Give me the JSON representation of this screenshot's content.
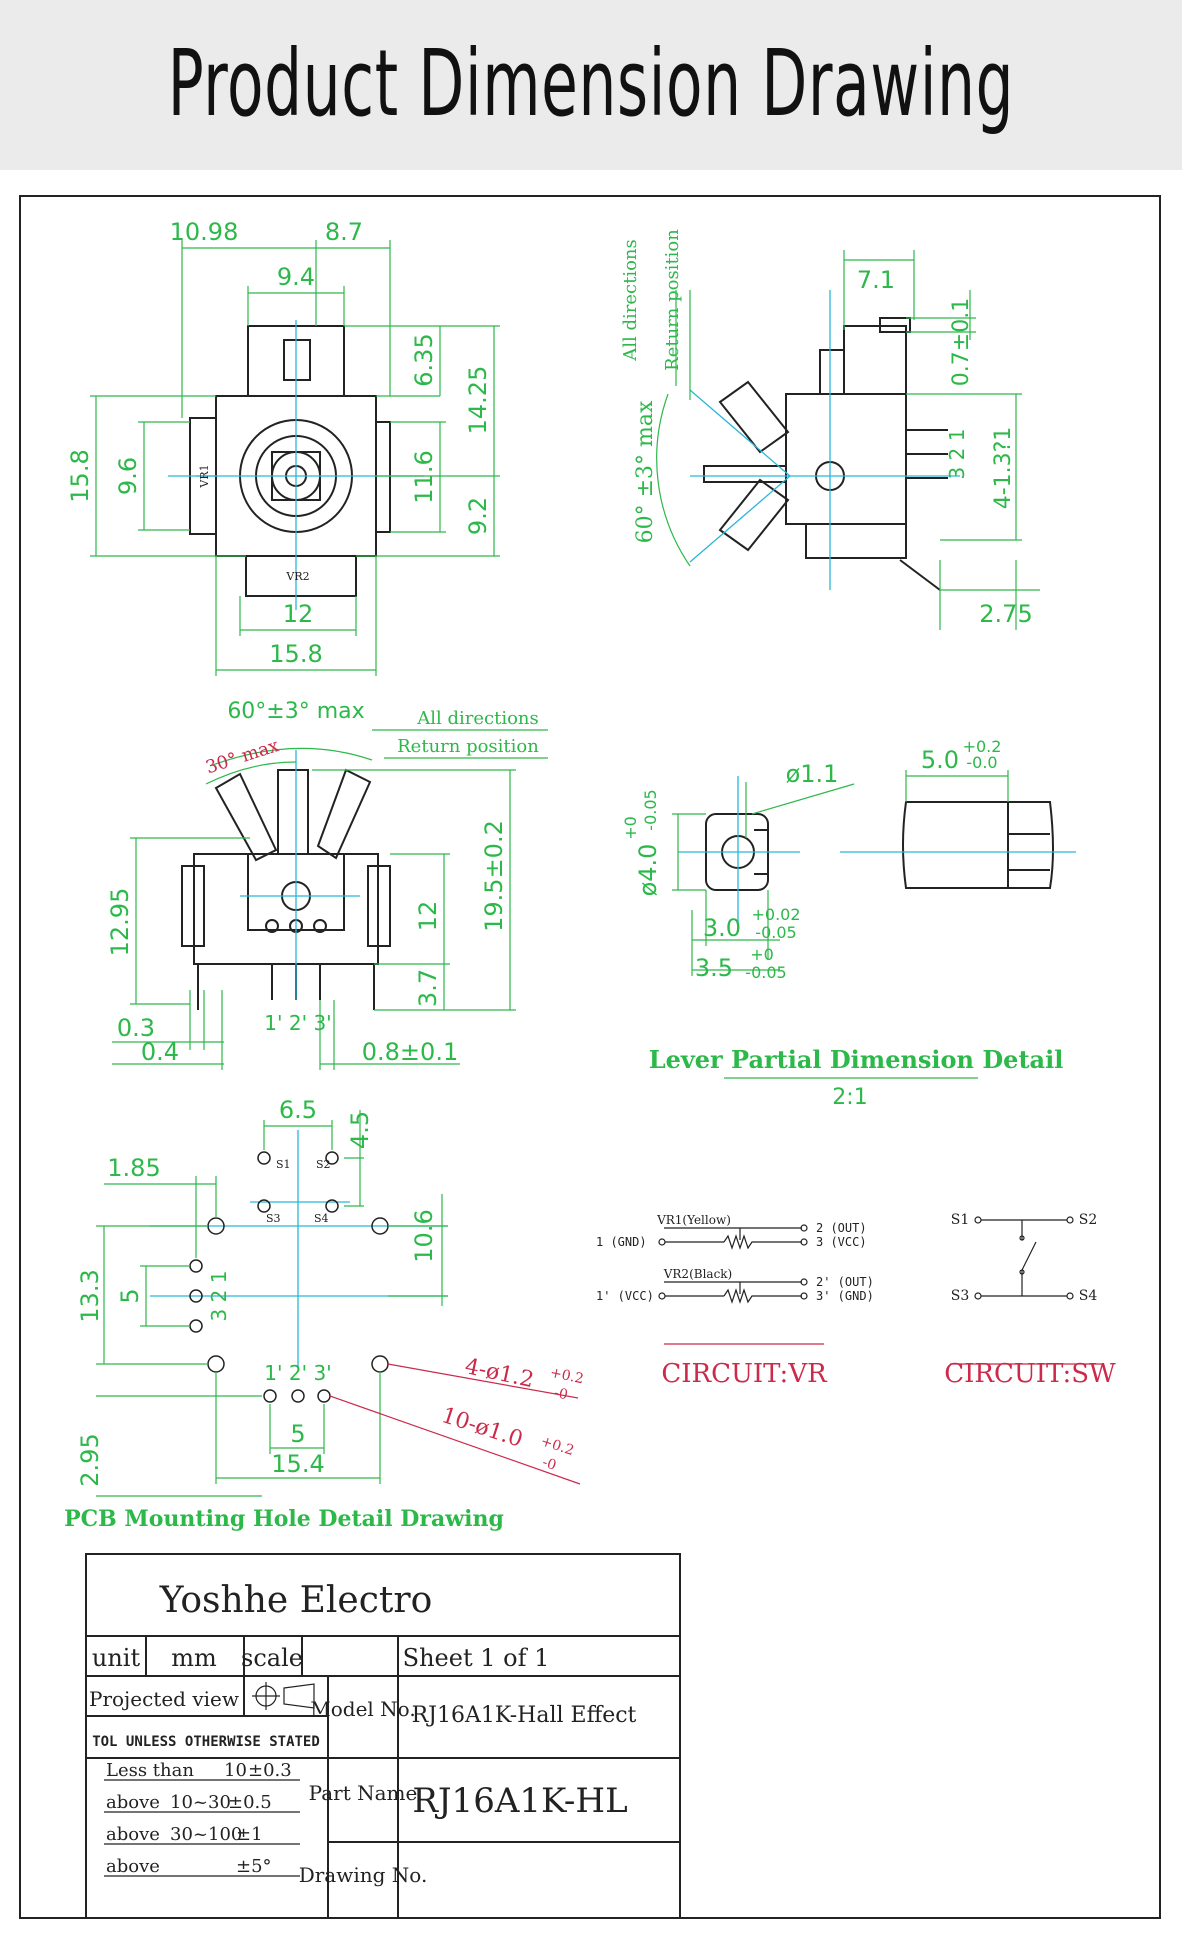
{
  "header": {
    "title": "Product Dimension Drawing"
  },
  "top_view": {
    "dims": [
      "10.98",
      "8.7",
      "9.4",
      "6.35",
      "14.25",
      "15.8",
      "9.6",
      "11.6",
      "9.2",
      "12",
      "15.8"
    ],
    "labels": [
      "VR1",
      "VR2"
    ]
  },
  "side_view": {
    "angle": "60° ±3° max",
    "all_directions": "All directions",
    "return_position": "Return position",
    "dims": [
      "7.1",
      "0.7±0.1",
      "4-1.3?1",
      "2.75"
    ],
    "pins": "3 2 1"
  },
  "front_view": {
    "angle": "60°±3° max",
    "angle_small": "30° max",
    "all_directions": "All directions",
    "return_position": "Return position",
    "dims": [
      "12.95",
      "19.5±0.2",
      "12",
      "3.7",
      "0.3",
      "0.4",
      "0.8±0.1"
    ],
    "pins": "1' 2' 3'"
  },
  "lever_detail": {
    "dims": [
      "ø1.1",
      "ø4.0",
      "+0",
      "-0.05",
      "3.0",
      "+0.02",
      "-0.05",
      "3.5",
      "+0",
      "-0.05",
      "5.0",
      "+0.2",
      "-0.0"
    ],
    "title": "Lever Partial Dimension Detail",
    "scale": "2:1"
  },
  "circuit_vr": {
    "vr1": "VR1(Yellow)",
    "vr2": "VR2(Black)",
    "pins_left": [
      "1 (GND)",
      "1' (VCC)"
    ],
    "pins_right": [
      "2 (OUT)",
      "3 (VCC)",
      "2' (OUT)",
      "3' (GND)"
    ],
    "title": "CIRCUIT:VR"
  },
  "circuit_sw": {
    "terminals": [
      "S1",
      "S2",
      "S3",
      "S4"
    ],
    "title": "CIRCUIT:SW"
  },
  "pcb": {
    "dims": [
      "6.5",
      "4.5",
      "1.85",
      "10.6",
      "13.3",
      "5",
      "5",
      "15.4",
      "2.95"
    ],
    "holes_a": "4-ø1.2",
    "holes_b": "10-ø1.0",
    "tol_plus": "+0.2",
    "tol_minus": "-0",
    "pins_a": "3 2 1",
    "pins_b": "1' 2' 3'",
    "labels": [
      "S1",
      "S2",
      "S3",
      "S4"
    ],
    "title": "PCB Mounting Hole Detail Drawing"
  },
  "title_block": {
    "company": "Yoshhe Electro",
    "unit_label": "unit",
    "unit_value": "mm",
    "scale_label": "scale",
    "sheet": "Sheet 1 of 1",
    "projected": "Projected view",
    "tol_header": "TOL UNLESS OTHERWISE STATED",
    "tolerances": [
      {
        "range": "Less than",
        "limit": "10",
        "tol": "±0.3"
      },
      {
        "range": "above",
        "limit": "10~30",
        "tol": "±0.5"
      },
      {
        "range": "above",
        "limit": "30~100",
        "tol": "±1"
      },
      {
        "range": "above",
        "limit": "",
        "tol": "±5°"
      }
    ],
    "model_label": "Model No.",
    "model_value": "RJ16A1K-Hall Effect",
    "part_label": "Part Name",
    "part_value": "RJ16A1K-HL",
    "drawing_label": "Drawing No.",
    "drawing_value": ""
  },
  "colors": {
    "dimension": "#2db84a",
    "centerline": "#29b6d8",
    "outline": "#222222",
    "accent": "#cc2a4a"
  }
}
